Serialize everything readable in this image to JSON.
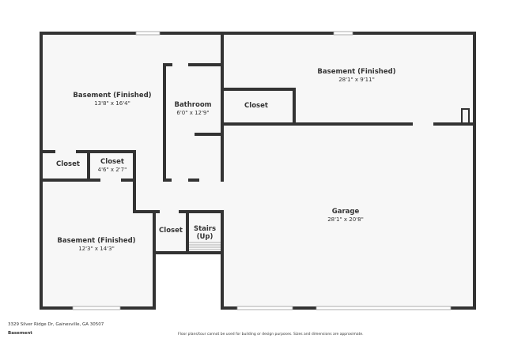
{
  "rooms": [
    {
      "name": "Basement (Finished)",
      "dim": "13'8\" x 16'4\""
    },
    {
      "name": "Bathroom",
      "dim": "6'0\" x 12'9\""
    },
    {
      "name": "Basement (Finished)",
      "dim": "28'1\" x 9'11\""
    },
    {
      "name": "Closet",
      "dim": ""
    },
    {
      "name": "Closet",
      "dim": ""
    },
    {
      "name": "Closet",
      "dim": "4'6\" x 2'7\""
    },
    {
      "name": "Basement (Finished)",
      "dim": "12'3\" x 14'3\""
    },
    {
      "name": "Closet",
      "dim": ""
    },
    {
      "name": "Stairs",
      "dim": "(Up)"
    },
    {
      "name": "Garage",
      "dim": "28'1\" x 20'8\""
    }
  ],
  "footer": {
    "address": "3329 Silver Ridge Dr, Gainesville, GA 30507",
    "floor": "Basement",
    "disclaimer": "Floor plans/tour cannot be used for building or design purposes. Sizes and dimensions are approximate."
  },
  "colors": {
    "wall": "#333333",
    "floor": "#f7f7f7"
  }
}
